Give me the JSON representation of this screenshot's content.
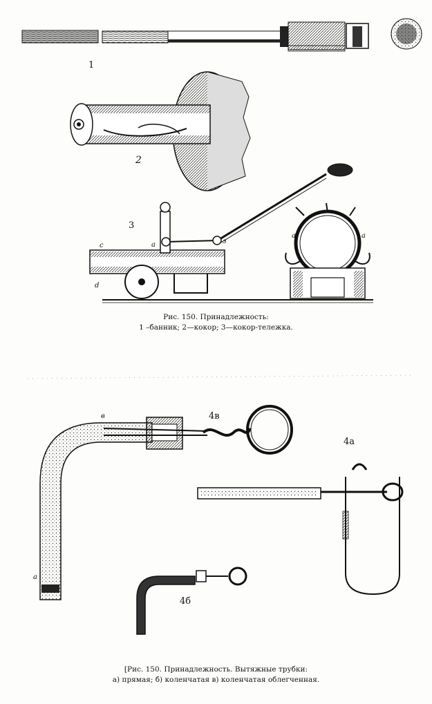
{
  "labels": {
    "fig1": "1",
    "fig2": "2",
    "fig3": "3",
    "a_left": "a",
    "a_right": "a",
    "s_point": "з",
    "c_point": "c",
    "d_point": "d",
    "ring_a_left": "a",
    "ring_a_right": "a",
    "tube_b": "в",
    "tube_4v": "4в",
    "tube_4a": "4а",
    "tube_4b": "4б",
    "tube_a_bottom": "a"
  },
  "caption_top": {
    "line1": "Рис. 150. Принадлежность:",
    "line2": "1 –банник; 2—кокор; 3—кокор-тележка."
  },
  "caption_bottom": {
    "line1": "[Рис. 150. Принадлежность. Вытяжные трубки:",
    "line2": "а) прямая; б) коленчатая в) коленчатая облегченная."
  },
  "colors": {
    "ink": "#111111",
    "paper": "#fdfdfb"
  }
}
